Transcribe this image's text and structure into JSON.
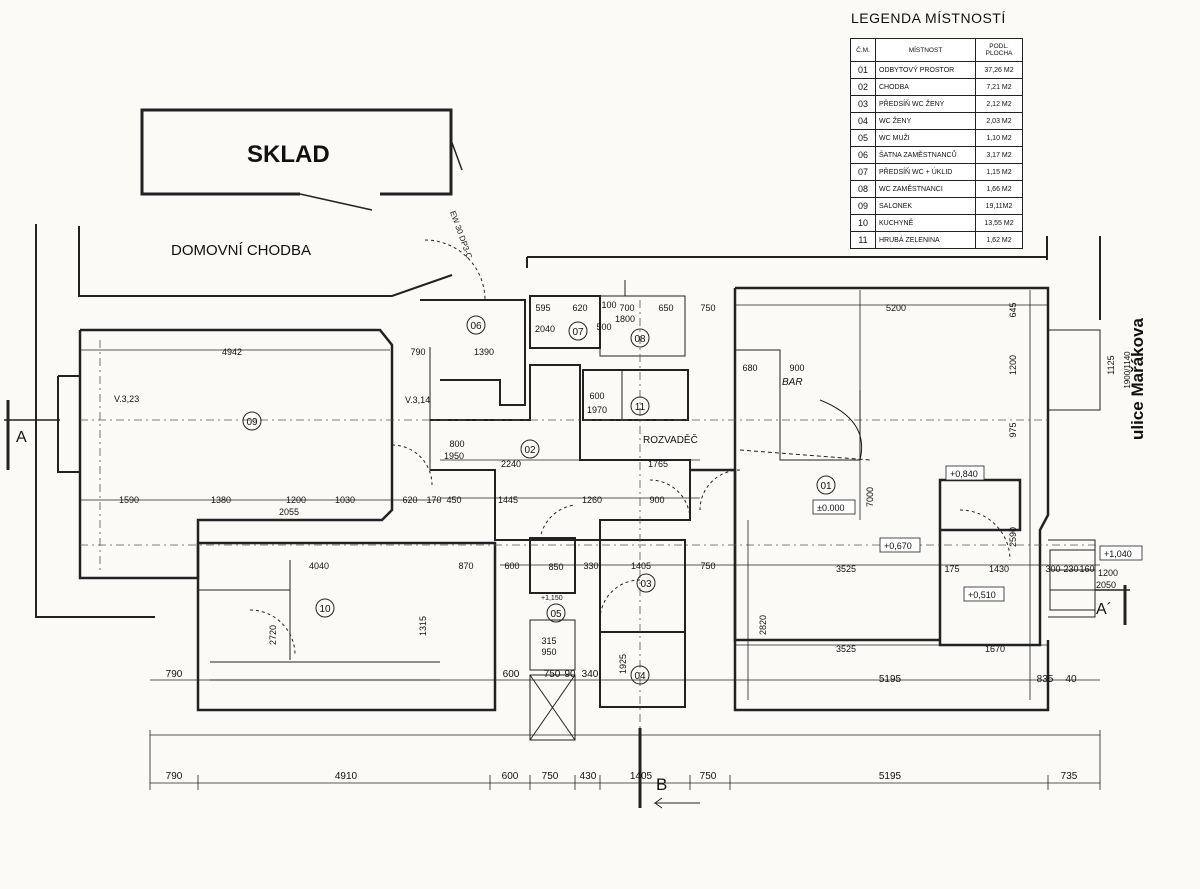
{
  "legend": {
    "title": "LEGENDA  MÍSTNOSTÍ",
    "headers": {
      "num": "Č.M.",
      "name": "MÍSTNOST",
      "area_line1": "PODL.",
      "area_line2": "PLOCHA"
    },
    "rows": [
      {
        "num": "01",
        "name": "ODBYTOVÝ PROSTOR",
        "area": "37,26 M2"
      },
      {
        "num": "02",
        "name": "CHODBA",
        "area": "7,21 M2"
      },
      {
        "num": "03",
        "name": "PŘEDSÍŇ WC ŽENY",
        "area": "2,12 M2"
      },
      {
        "num": "04",
        "name": "WC ŽENY",
        "area": "2,03 M2"
      },
      {
        "num": "05",
        "name": "WC MUŽI",
        "area": "1,10 M2"
      },
      {
        "num": "06",
        "name": "ŠATNA ZAMĚSTNANCŮ",
        "area": "3,17 M2"
      },
      {
        "num": "07",
        "name": "PŘEDSÍŇ WC + ÚKLID",
        "area": "1,15 M2"
      },
      {
        "num": "08",
        "name": "WC ZAMĚSTNANCI",
        "area": "1,66 M2"
      },
      {
        "num": "09",
        "name": "SALONEK",
        "area": "19,11M2"
      },
      {
        "num": "10",
        "name": "KUCHYNĚ",
        "area": "13,55 M2"
      },
      {
        "num": "11",
        "name": "HRUBÁ ZELENINA",
        "area": "1,62 M2"
      }
    ]
  },
  "labels": {
    "sklad": "SKLAD",
    "domovni_chodba": "DOMOVNÍ CHODBA",
    "ulice": "ulice Mařákova",
    "rozvadec": "ROZVADĚČ",
    "bar": "BAR",
    "fire_door": "EW 30 DP3-C",
    "section_a": "A",
    "section_a2": "A´",
    "section_b": "B"
  },
  "room_numbers": [
    "01",
    "02",
    "03",
    "04",
    "05",
    "06",
    "07",
    "08",
    "09",
    "10",
    "11"
  ],
  "levels": [
    "±0.000",
    "+0,840",
    "+0,670",
    "+0,510",
    "+1,040",
    "+1,150",
    "V.3,23",
    "V.3,14"
  ],
  "dimensions_bottom": [
    "790",
    "4910",
    "600",
    "750",
    "430",
    "1405",
    "750",
    "5195",
    "735"
  ],
  "dimensions_row2": [
    "790",
    "600",
    "750",
    "90",
    "340",
    "5195",
    "835",
    "40"
  ],
  "dimensions_interior": [
    "4942",
    "790",
    "1390",
    "595",
    "620",
    "100",
    "700",
    "650",
    "750",
    "5200",
    "2240",
    "1765",
    "1445",
    "1260",
    "900",
    "1590",
    "1380",
    "1200",
    "1030",
    "620",
    "170",
    "450",
    "2055",
    "4040",
    "870",
    "600",
    "330",
    "1405",
    "750",
    "3525",
    "3525",
    "1670",
    "1430",
    "175",
    "300",
    "230",
    "160",
    "1200",
    "2050",
    "2040",
    "1800",
    "500",
    "600",
    "1970",
    "900",
    "680",
    "800",
    "1950",
    "315",
    "950",
    "850",
    "1925",
    "2820",
    "2720",
    "1315",
    "7000",
    "2590",
    "975",
    "1200",
    "645",
    "1125",
    "1900/1140"
  ]
}
